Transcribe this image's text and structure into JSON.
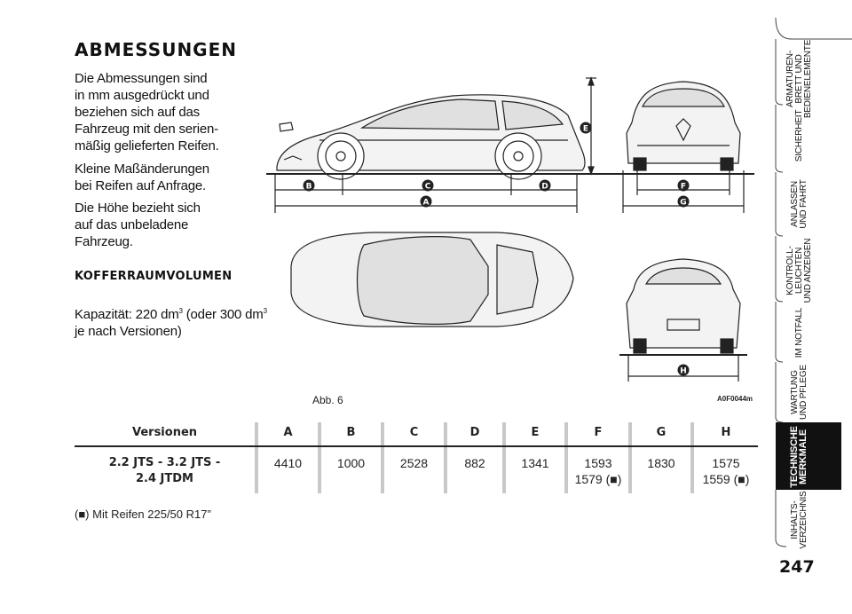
{
  "heading": "ABMESSUNGEN",
  "paragraphs": [
    "Die Abmessungen sind\n in mm ausgedrückt und\nbeziehen sich auf das\nFahrzeug mit den serien-\nmäßig gelieferten Reifen.",
    "Kleine Maßänderungen\nbei Reifen auf Anfrage.",
    "Die Höhe bezieht sich\nauf das unbeladene\nFahrzeug."
  ],
  "subheading": "KOFFERRAUMVOLUMEN",
  "capacity": {
    "prefix": "Kapazität: 220 dm",
    "exp1": "3",
    "middle": " (oder 300 dm",
    "exp2": "3",
    "suffix": "\nje nach Versionen)"
  },
  "figure": {
    "caption": "Abb. 6",
    "code": "A0F0044m",
    "labels": {
      "A": "A",
      "B": "B",
      "C": "C",
      "D": "D",
      "E": "E",
      "F": "F",
      "G": "G",
      "H": "H"
    }
  },
  "table": {
    "headers": [
      "Versionen",
      "A",
      "B",
      "C",
      "D",
      "E",
      "F",
      "G",
      "H"
    ],
    "row": {
      "version": "2.2 JTS - 3.2 JTS -\n2.4 JTDM",
      "A": "4410",
      "B": "1000",
      "C": "2528",
      "D": "882",
      "E": "1341",
      "F": "1593\n1579 (■)",
      "G": "1830",
      "H": "1575\n1559 (■)"
    }
  },
  "footnote": "(■) Mit Reifen 225/50 R17”",
  "index_tabs": [
    "ARMATUREN-\nBRETT UND\nBEDIENELEMENTE",
    "SICHERHEIT",
    "ANLASSEN\nUND FAHRT",
    "KONTROLL-\nLEUCHTEN\nUND ANZEIGEN",
    "IM NOTFALL",
    "WARTUNG\nUND PFLEGE",
    "TECHNISCHE\nMERKMALE",
    "INHALTS-\nVERZEICHNIS"
  ],
  "page_number": "247",
  "colors": {
    "active_tab": "#111111",
    "badge": "#222222",
    "separator": "#c8c8c8"
  }
}
